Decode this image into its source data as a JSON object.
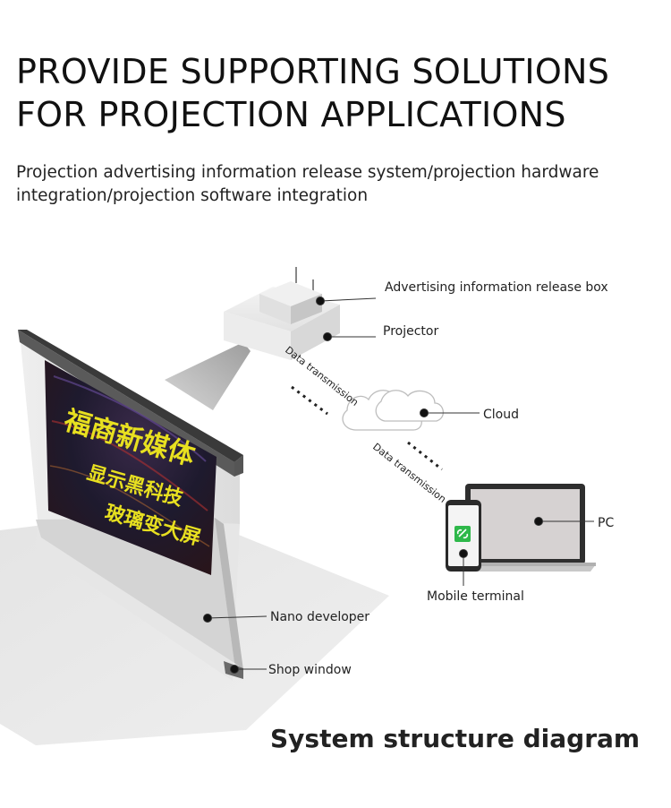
{
  "header": {
    "title_lines": [
      "PROVIDE SUPPORTING SOLUTIONS",
      "FOR PROJECTION APPLICATIONS"
    ],
    "subtitle_lines": [
      "Projection advertising information release system/projection hardware",
      "integration/projection software integration"
    ]
  },
  "diagram": {
    "labels": {
      "release_box": "Advertising information release box",
      "projector": "Projector",
      "cloud": "Cloud",
      "pc": "PC",
      "mobile": "Mobile terminal",
      "nano": "Nano developer",
      "shop_window": "Shop window",
      "data_transmission_1": "Data transmission",
      "data_transmission_2": "Data transmission"
    },
    "screen_text_lines": [
      "福商新媒体",
      "显示黑科技",
      "玻璃变大屏"
    ],
    "caption": "System structure diagram"
  },
  "colors": {
    "phone_app": "#2eb84a",
    "screen_text": "#e8e020"
  },
  "icons": {
    "phone_app_icon": "link-icon"
  }
}
